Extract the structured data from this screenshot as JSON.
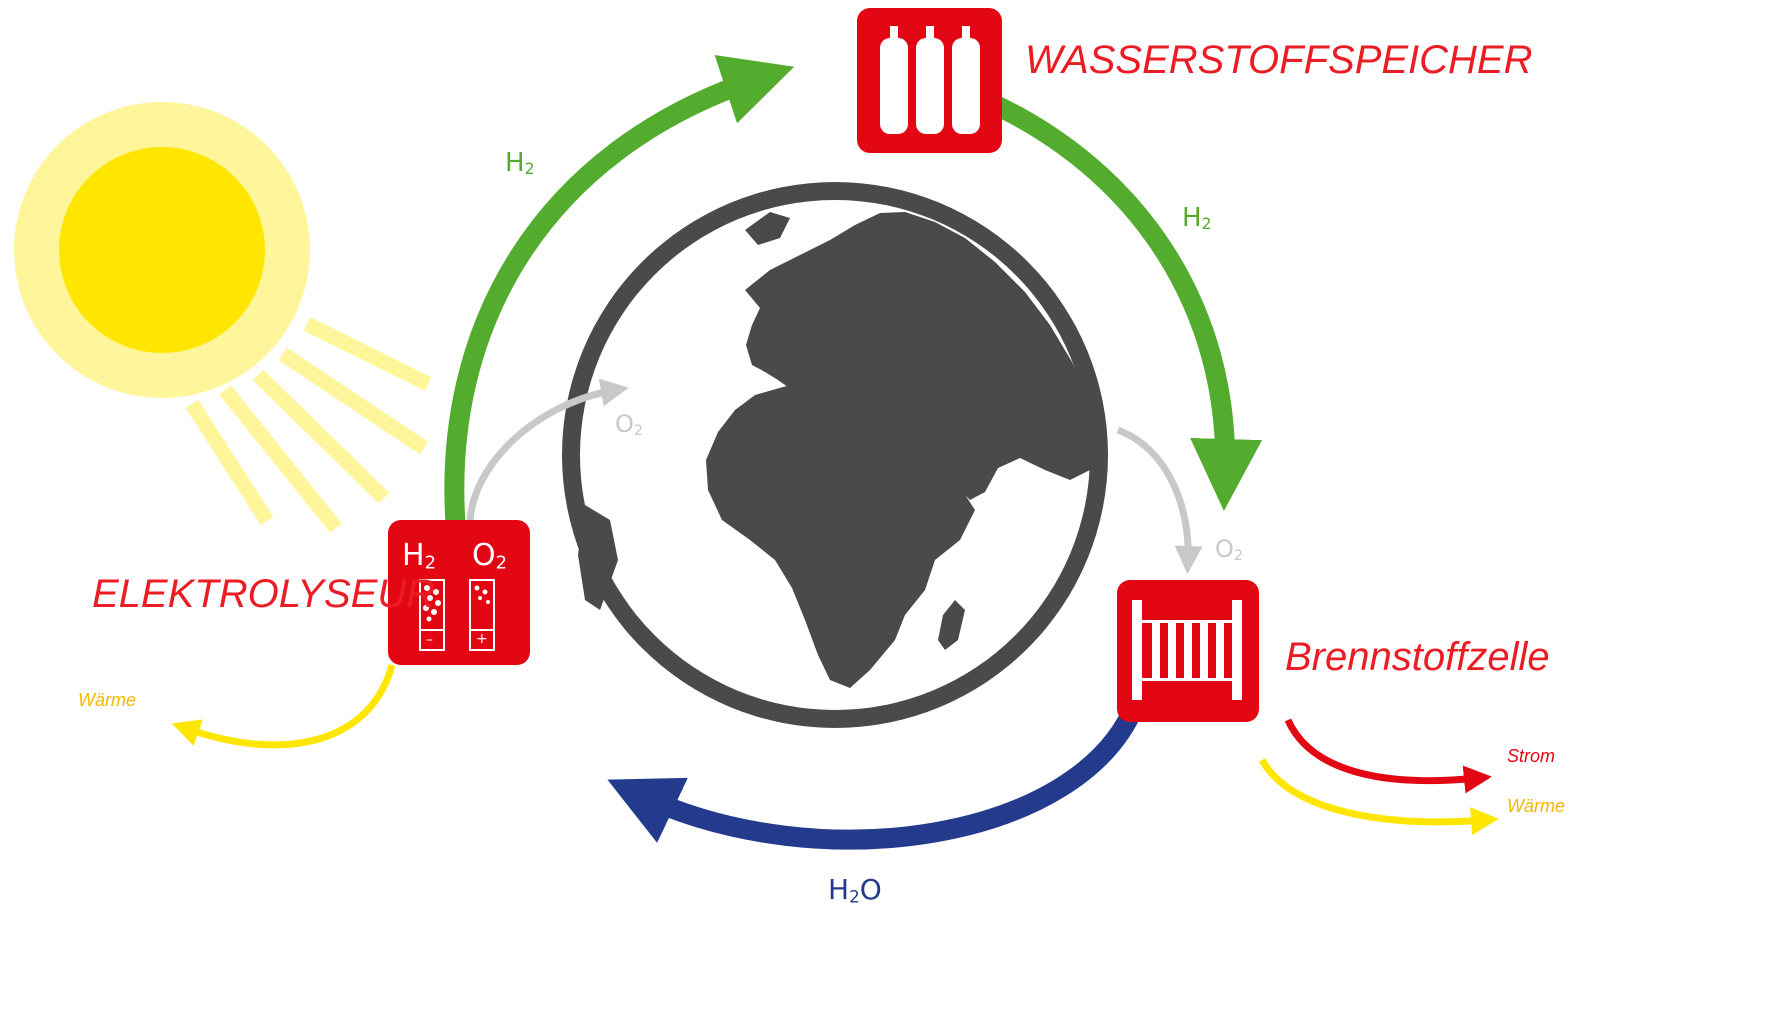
{
  "labels": {
    "storage": "WASSERSTOFFSPEICHER",
    "electrolyzer": "ELEKTROLYSEUR",
    "fuel_cell": "Brennstoffzelle",
    "heat_left": "Wärme",
    "power_right": "Strom",
    "heat_right": "Wärme"
  },
  "formulas": {
    "h2_left": {
      "base": "H",
      "sub": "2"
    },
    "h2_right": {
      "base": "H",
      "sub": "2"
    },
    "o2_left": {
      "base": "O",
      "sub": "2"
    },
    "o2_right": {
      "base": "O",
      "sub": "2"
    },
    "h2o_bottom": {
      "base": "H",
      "sub": "2",
      "tail": "O"
    },
    "box_h2": {
      "base": "H",
      "sub": "2"
    },
    "box_o2": {
      "base": "O",
      "sub": "2"
    }
  },
  "electrode_signs": {
    "minus": "–",
    "plus": "+"
  },
  "colors": {
    "red_box": "#e30613",
    "label_red": "#ec1c24",
    "green_arrow": "#54ac2f",
    "green_text": "#54ac2f",
    "blue_arrow": "#243a8c",
    "blue_text": "#243a8c",
    "grey_arrow": "#c8c8c8",
    "yellow_arrow": "#ffe600",
    "heat_text": "#f5b800",
    "power_arrow": "#e30613",
    "earth": "#4a4a4a",
    "sun_outer": "#fff59a",
    "sun_inner": "#ffe600"
  },
  "icons": [
    "sun-icon",
    "earth-globe-icon",
    "gas-cylinders-icon",
    "electrolyzer-cell-icon",
    "fuel-cell-stack-icon"
  ]
}
